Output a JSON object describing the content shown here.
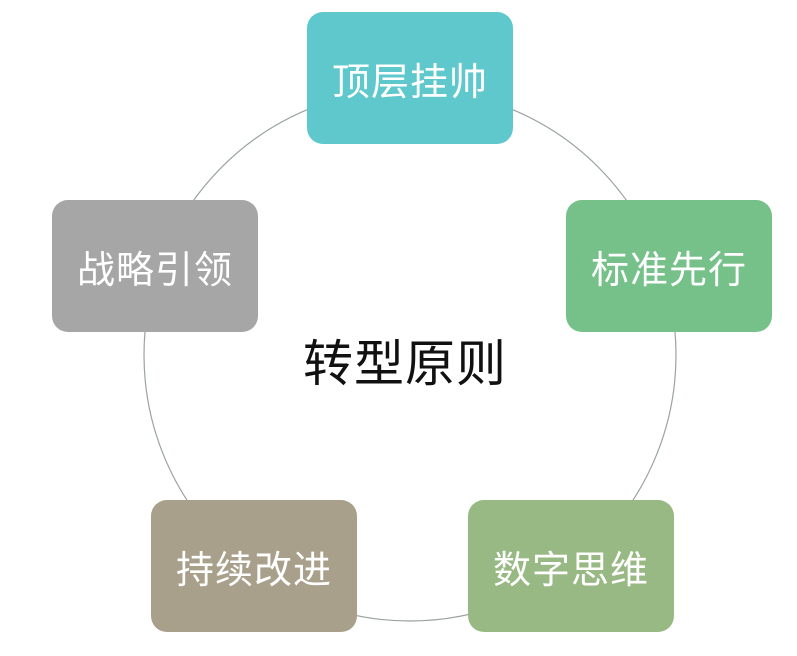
{
  "diagram": {
    "center": {
      "label": "转型原则"
    },
    "nodes": [
      {
        "id": "top",
        "label": "顶层挂帅",
        "color": "#5ec8cc"
      },
      {
        "id": "right",
        "label": "标准先行",
        "color": "#76c18a"
      },
      {
        "id": "br",
        "label": "数字思维",
        "color": "#98b983"
      },
      {
        "id": "bl",
        "label": "持续改进",
        "color": "#a8a08a"
      },
      {
        "id": "left",
        "label": "战略引领",
        "color": "#a6a6a6"
      }
    ],
    "ring_color": "#9aa39f"
  }
}
